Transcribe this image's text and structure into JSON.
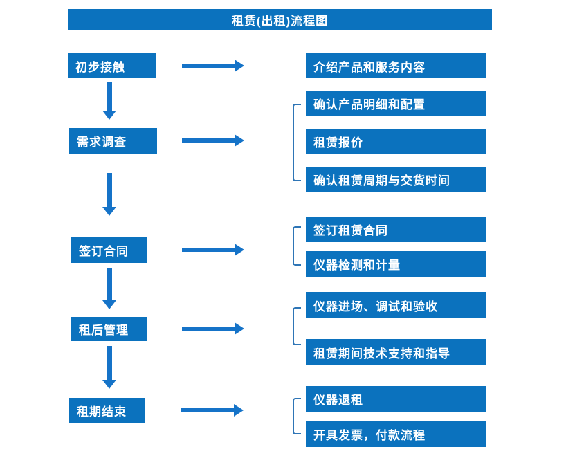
{
  "title": "租赁(出租)流程图",
  "colors": {
    "box": "#0b72be",
    "arrow": "#1573c8",
    "bracket": "#2e75b6",
    "text": "#ffffff",
    "background": "#ffffff"
  },
  "stages": [
    {
      "label": "初步接触",
      "details": [
        "介绍产品和服务内容"
      ]
    },
    {
      "label": "需求调查",
      "details": [
        "确认产品明细和配置",
        "租赁报价",
        "确认租赁周期与交货时间"
      ]
    },
    {
      "label": "签订合同",
      "details": [
        "签订租赁合同",
        "仪器检测和计量"
      ]
    },
    {
      "label": "租后管理",
      "details": [
        "仪器进场、调试和验收",
        "租赁期间技术支持和指导"
      ]
    },
    {
      "label": "租期结束",
      "details": [
        "仪器退租",
        "开具发票，付款流程"
      ]
    }
  ]
}
